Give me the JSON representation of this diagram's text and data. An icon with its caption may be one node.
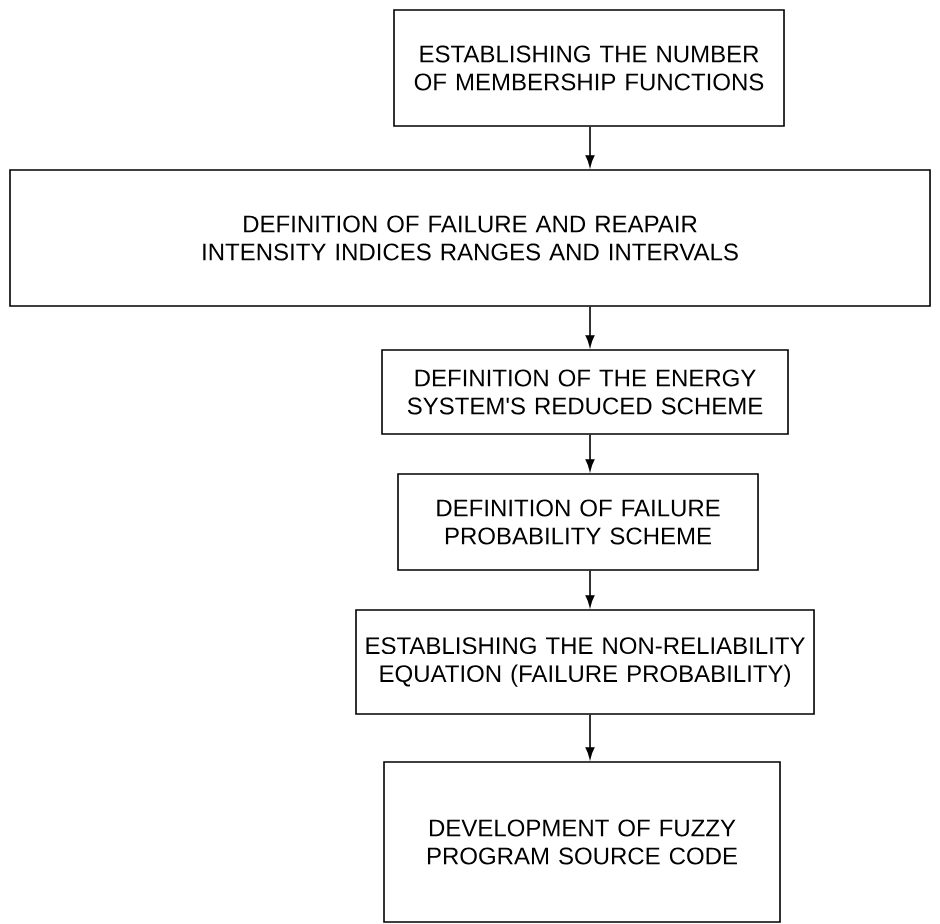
{
  "diagram": {
    "nodes": [
      {
        "text": [
          "ESTABLISHING THE NUMBER OF MEMBERSHIP FUNCTIONS"
        ]
      },
      {
        "text": [
          "DEFINITION OF FAILURE AND REAPAIR INTENSITY INDICES RANGES AND INTERVALS"
        ]
      },
      {
        "text": [
          "DEFINITION OF THE ENERGY SYSTEM'S REDUCED SCHEME"
        ]
      },
      {
        "text": [
          "DEFINITION OF FAILURE PROBABILITY SCHEME"
        ]
      },
      {
        "text": [
          "ESTABLISHING THE NON-RELIABILITY EQUATION (FAILURE PROBABILITY)"
        ]
      },
      {
        "text": [
          "DEVELOPMENT OF FUZZY PROGRAM SOURCE CODE"
        ]
      }
    ],
    "edges": [
      {
        "from": 0,
        "to": 1,
        "arrow": "to"
      },
      {
        "from": 1,
        "to": 2,
        "arrow": "to"
      },
      {
        "from": 2,
        "to": 3,
        "arrow": "to"
      },
      {
        "from": 3,
        "to": 4,
        "arrow": "to"
      },
      {
        "from": 4,
        "to": 5,
        "arrow": "to"
      }
    ]
  }
}
